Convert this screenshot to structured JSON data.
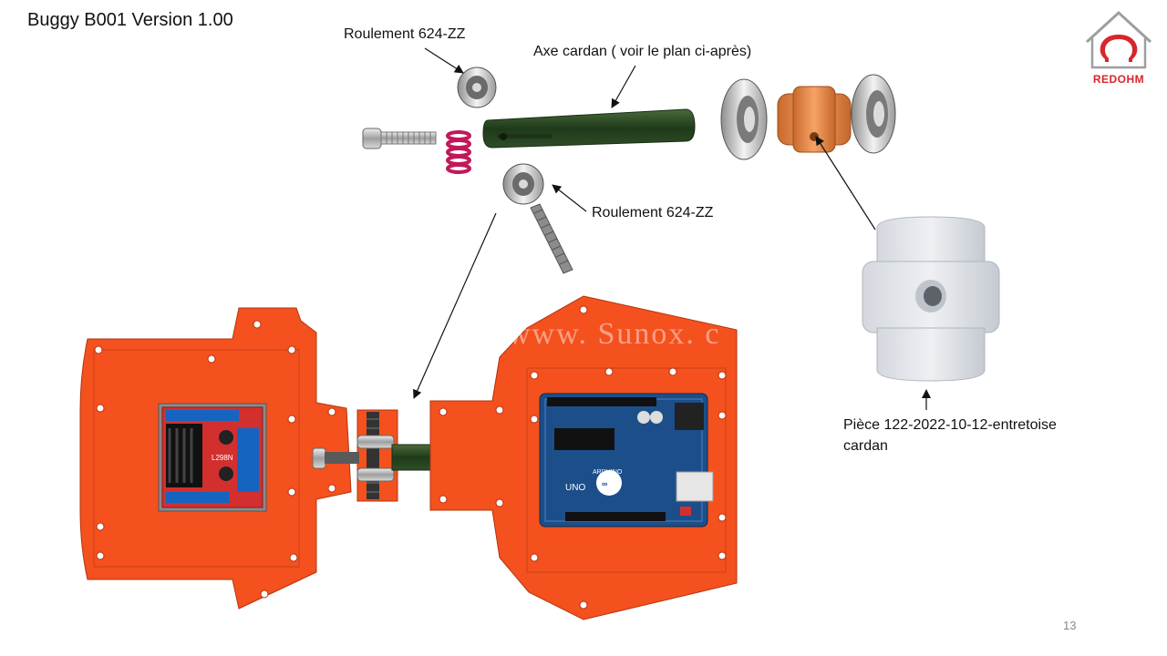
{
  "slide": {
    "title": "Buggy B001 Version 1.00",
    "page_number": "13"
  },
  "callouts": {
    "bearing_top": "Roulement 624-ZZ",
    "axle": "Axe cardan ( voir le plan ci-après)",
    "bearing_bottom": "Roulement 624-ZZ",
    "spacer_line1": "Pièce 122-2022-10-12-entretoise",
    "spacer_line2": "cardan"
  },
  "logo": {
    "text": "REDOHM",
    "color": "#d7262c"
  },
  "watermark": {
    "text": "www. Sunox. c"
  },
  "board": {
    "l298n_label": "L298N",
    "arduino_label": "UNO",
    "arduino_brand": "ARDUINO"
  },
  "colors": {
    "chassis": "#f4511e",
    "axle": "#25421f",
    "spacer": "#e98a4a",
    "spring": "#c2185b",
    "arduino": "#1c4f8a",
    "driver": "#d32f2f"
  }
}
